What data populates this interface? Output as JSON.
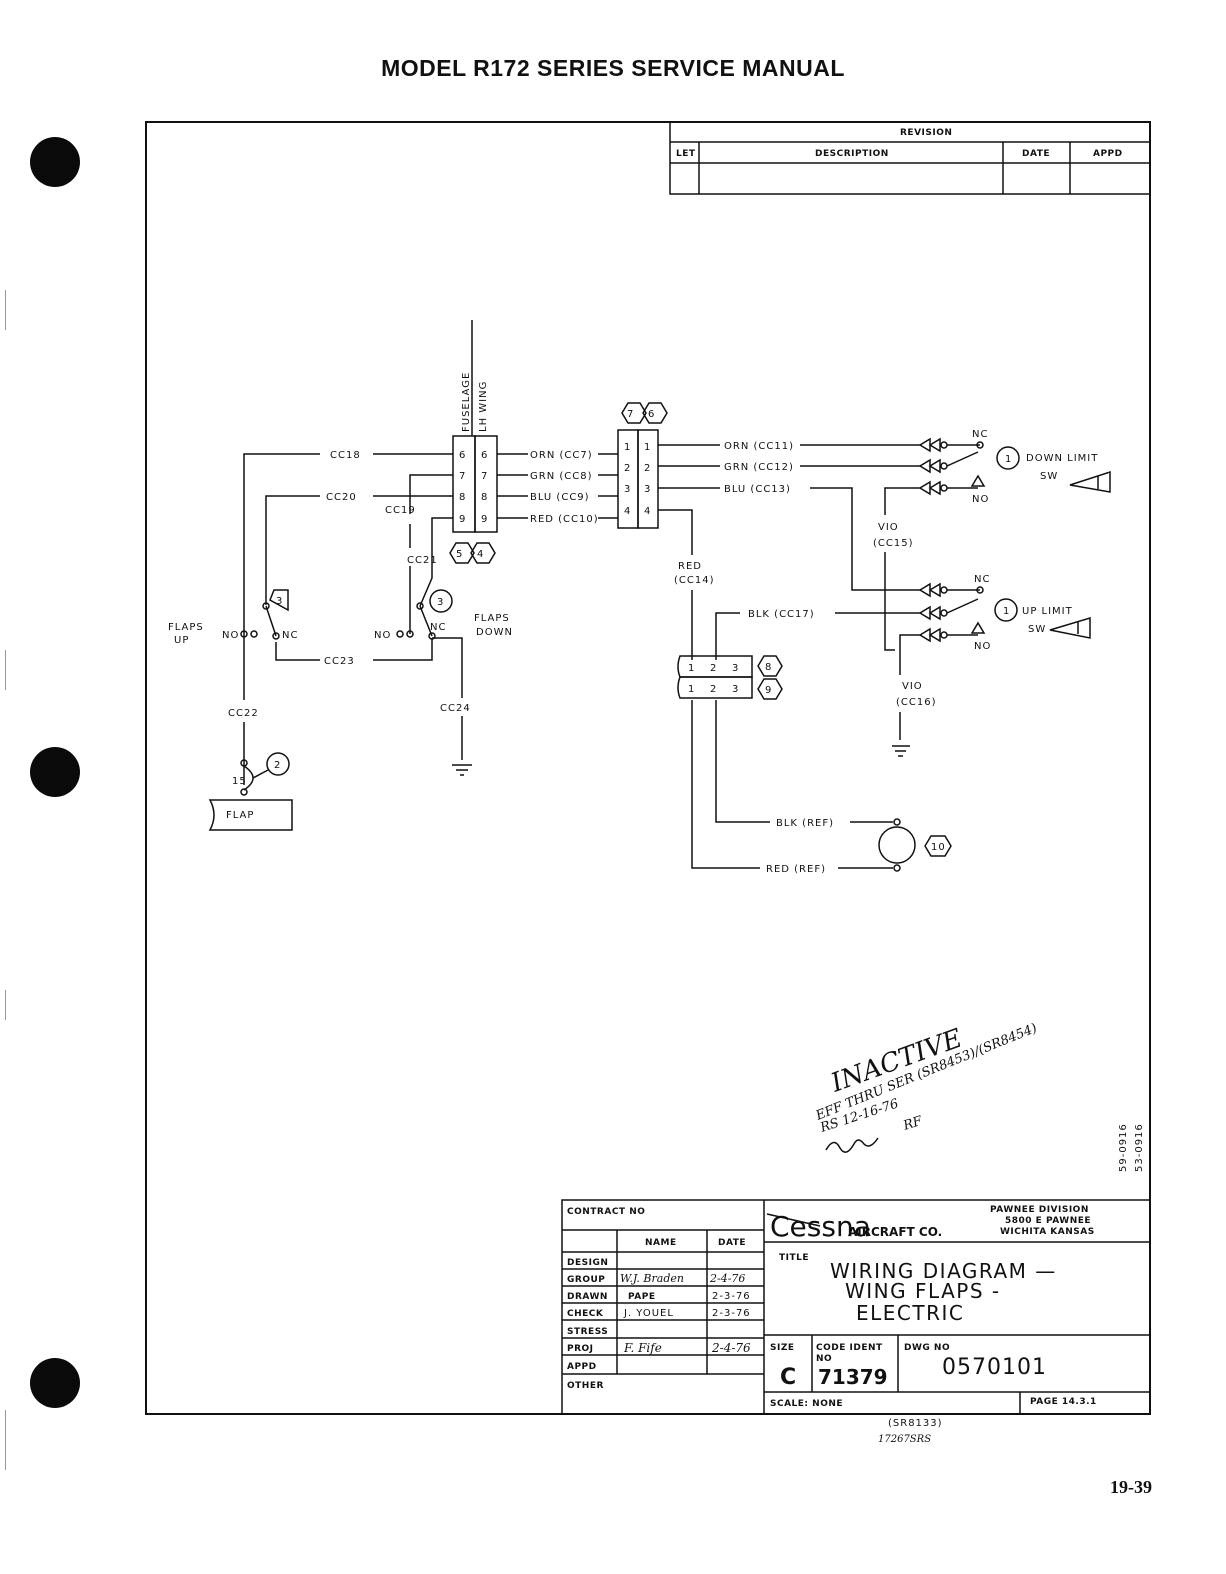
{
  "header": {
    "title": "MODEL R172 SERIES SERVICE MANUAL"
  },
  "page_number": "19-39",
  "revision_block": {
    "title": "REVISION",
    "columns": [
      "LET",
      "DESCRIPTION",
      "DATE",
      "APPD"
    ]
  },
  "connector_fuselage": {
    "labels": [
      "FUSELAGE",
      "LH WING"
    ],
    "pins": [
      "6",
      "7",
      "8",
      "9"
    ],
    "callouts": [
      "5",
      "4"
    ]
  },
  "connector_wing": {
    "pins": [
      "1",
      "2",
      "3",
      "4"
    ],
    "callouts": [
      "7",
      "6"
    ]
  },
  "wires": {
    "cc18": "CC18",
    "cc20": "CC20",
    "cc19": "CC19",
    "cc21": "CC21",
    "cc22": "CC22",
    "cc23": "CC23",
    "cc24": "CC24",
    "orn_cc7": "ORN (CC7)",
    "grn_cc8": "GRN (CC8)",
    "blu_cc9": "BLU (CC9)",
    "red_cc10": "RED (CC10)",
    "orn_cc11": "ORN (CC11)",
    "grn_cc12": "GRN (CC12)",
    "blu_cc13": "BLU (CC13)",
    "vio": "VIO",
    "cc15": "(CC15)",
    "cc16": "(CC16)",
    "red": "RED",
    "cc14": "(CC14)",
    "blk_cc17": "BLK (CC17)",
    "blk_ref": "BLK (REF)",
    "red_ref": "RED (REF)"
  },
  "switch_labels": {
    "flaps_up_1": "FLAPS",
    "flaps_up_2": "UP",
    "flaps_down_1": "FLAPS",
    "flaps_down_2": "DOWN",
    "no": "NO",
    "nc": "NC",
    "down_limit_1": "DOWN LIMIT",
    "down_limit_2": "SW",
    "up_limit_1": "UP LIMIT",
    "up_limit_2": "SW"
  },
  "callouts": {
    "c1": "1",
    "c2": "2",
    "c3": "3",
    "c8": "8",
    "c9": "9",
    "c10": "10"
  },
  "motor_connector": {
    "pins": [
      "1",
      "2",
      "3"
    ]
  },
  "breaker": {
    "amps": "15",
    "label": "FLAP"
  },
  "inactive_stamp": {
    "line1": "INACTIVE",
    "line2": "EFF THRU SER (SR8453)/(SR8454)",
    "line3": "RS   12-16-76",
    "line4": "RF"
  },
  "side_numbers": {
    "n1": "59-0916",
    "n2": "53-0916"
  },
  "title_block": {
    "contract_no": "CONTRACT NO",
    "name_header": "NAME",
    "date_header": "DATE",
    "rows": [
      {
        "role": "DESIGN",
        "name": "",
        "date": ""
      },
      {
        "role": "GROUP",
        "name": "W.J. Braden",
        "date": "2-4-76"
      },
      {
        "role": "DRAWN",
        "name": "PAPE",
        "date": "2-3-76"
      },
      {
        "role": "CHECK",
        "name": "J. YOUEL",
        "date": "2-3-76"
      },
      {
        "role": "STRESS",
        "name": "",
        "date": ""
      },
      {
        "role": "PROJ",
        "name": "F. Fife",
        "date": "2-4-76"
      },
      {
        "role": "APPD",
        "name": "",
        "date": ""
      },
      {
        "role": "OTHER",
        "name": "",
        "date": ""
      }
    ],
    "company_logo": "Cessna",
    "company_suffix": "AIRCRAFT CO.",
    "division_1": "PAWNEE DIVISION",
    "division_2": "5800 E PAWNEE",
    "division_3": "WICHITA KANSAS",
    "title_label": "TITLE",
    "title_1": "WIRING DIAGRAM —",
    "title_2": "WING FLAPS -",
    "title_3": "ELECTRIC",
    "size_label": "SIZE",
    "size": "C",
    "code_ident_label_1": "CODE IDENT",
    "code_ident_label_2": "NO",
    "code_ident": "71379",
    "dwg_no_label": "DWG NO",
    "dwg_no": "0570101",
    "scale": "SCALE: NONE",
    "page": "PAGE 14.3.1"
  },
  "below_block": {
    "line1": "(SR8133)",
    "line2": "17267SRS"
  }
}
